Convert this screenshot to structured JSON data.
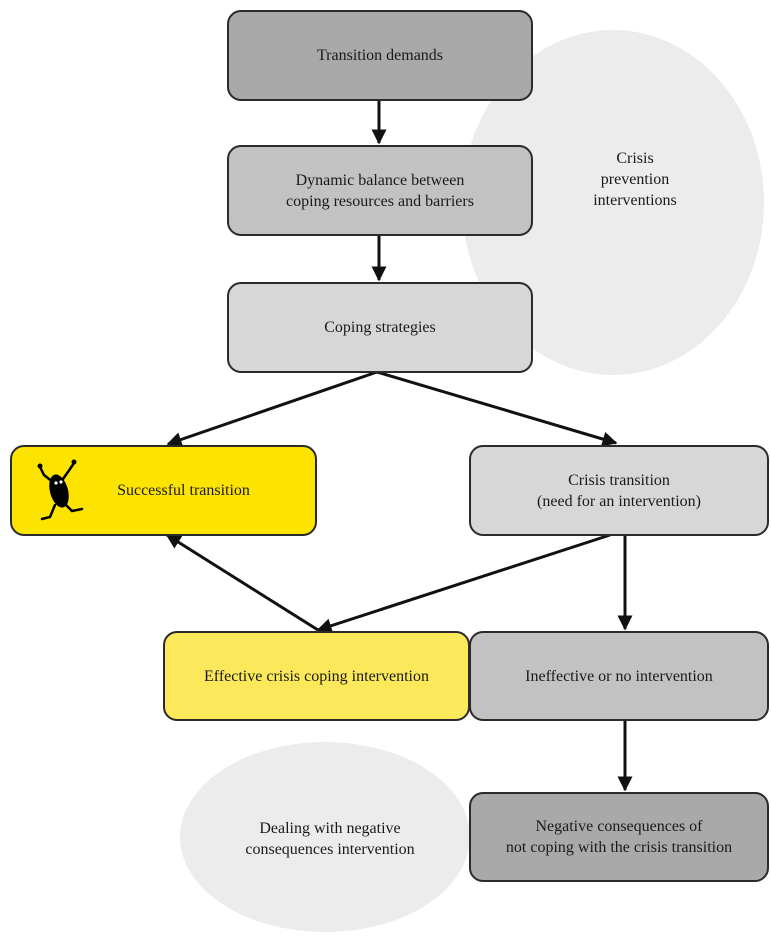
{
  "nodes": {
    "transition_demands": "Transition demands",
    "dynamic_balance": "Dynamic balance between\ncoping resources and barriers",
    "coping_strategies": "Coping strategies",
    "successful_transition": "Successful transition",
    "crisis_transition": "Crisis transition\n(need for an intervention)",
    "effective_intervention": "Effective crisis coping intervention",
    "ineffective_intervention": "Ineffective  or no intervention",
    "negative_consequences": "Negative consequences  of\nnot coping with the crisis transition"
  },
  "ellipses": {
    "crisis_prevention": "Crisis\nprevention\ninterventions",
    "dealing_negative": "Dealing with negative\nconsequences  intervention"
  },
  "icons": {
    "stick_figure": "jumping-stick-figure-icon"
  },
  "colors": {
    "yellow": "#fde400",
    "yellow_light": "#fce85b",
    "gray_dark": "#a9a9a9",
    "gray_mid": "#c2c2c2",
    "gray_light": "#d7d7d7",
    "ellipse": "#ececec"
  }
}
